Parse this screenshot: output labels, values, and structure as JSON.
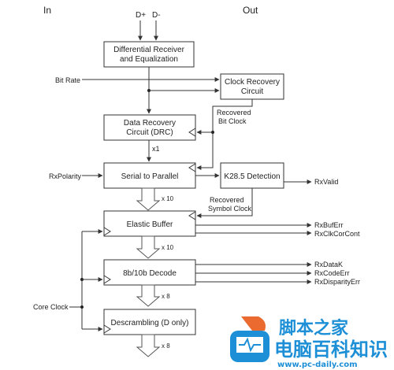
{
  "header": {
    "in_label": "In",
    "out_label": "Out"
  },
  "inputs": {
    "d_plus": "D+",
    "d_minus": "D-"
  },
  "blocks": {
    "diff_receiver": {
      "line1": "Differential Receiver",
      "line2": "and Equalization"
    },
    "clock_recovery": {
      "line1": "Clock Recovery",
      "line2": "Circuit"
    },
    "data_recovery": {
      "line1": "Data Recovery",
      "line2": "Circuit (DRC)"
    },
    "serial_to_parallel": "Serial to Parallel",
    "k285_detection": "K28.5 Detection",
    "elastic_buffer": "Elastic Buffer",
    "decode_8b10b": "8b/10b Decode",
    "descrambling": "Descrambling (D only)"
  },
  "signals": {
    "bit_rate": "Bit Rate",
    "rx_polarity": "RxPolarity",
    "core_clock": "Core Clock",
    "recovered_bit_clock": {
      "line1": "Recovered",
      "line2": "Bit Clock"
    },
    "recovered_symbol_clock": {
      "line1": "Recovered",
      "line2": "Symbol Clock"
    },
    "x1": "x1",
    "x10_a": "x 10",
    "x10_b": "x 10",
    "x8_a": "x 8",
    "x8_b": "x 8"
  },
  "outputs": {
    "rx_valid": "RxValid",
    "rx_buf_err": "RxBufErr",
    "rx_clk_cor_cont": "RxClkCorCont",
    "rx_data_k": "RxDataK",
    "rx_code_err": "RxCodeErr",
    "rx_disparity_err": "RxDisparityErr"
  },
  "watermark": {
    "title": "脚本之家",
    "subtitle": "电脑百科知识",
    "url": "www.pc-daily.com"
  }
}
